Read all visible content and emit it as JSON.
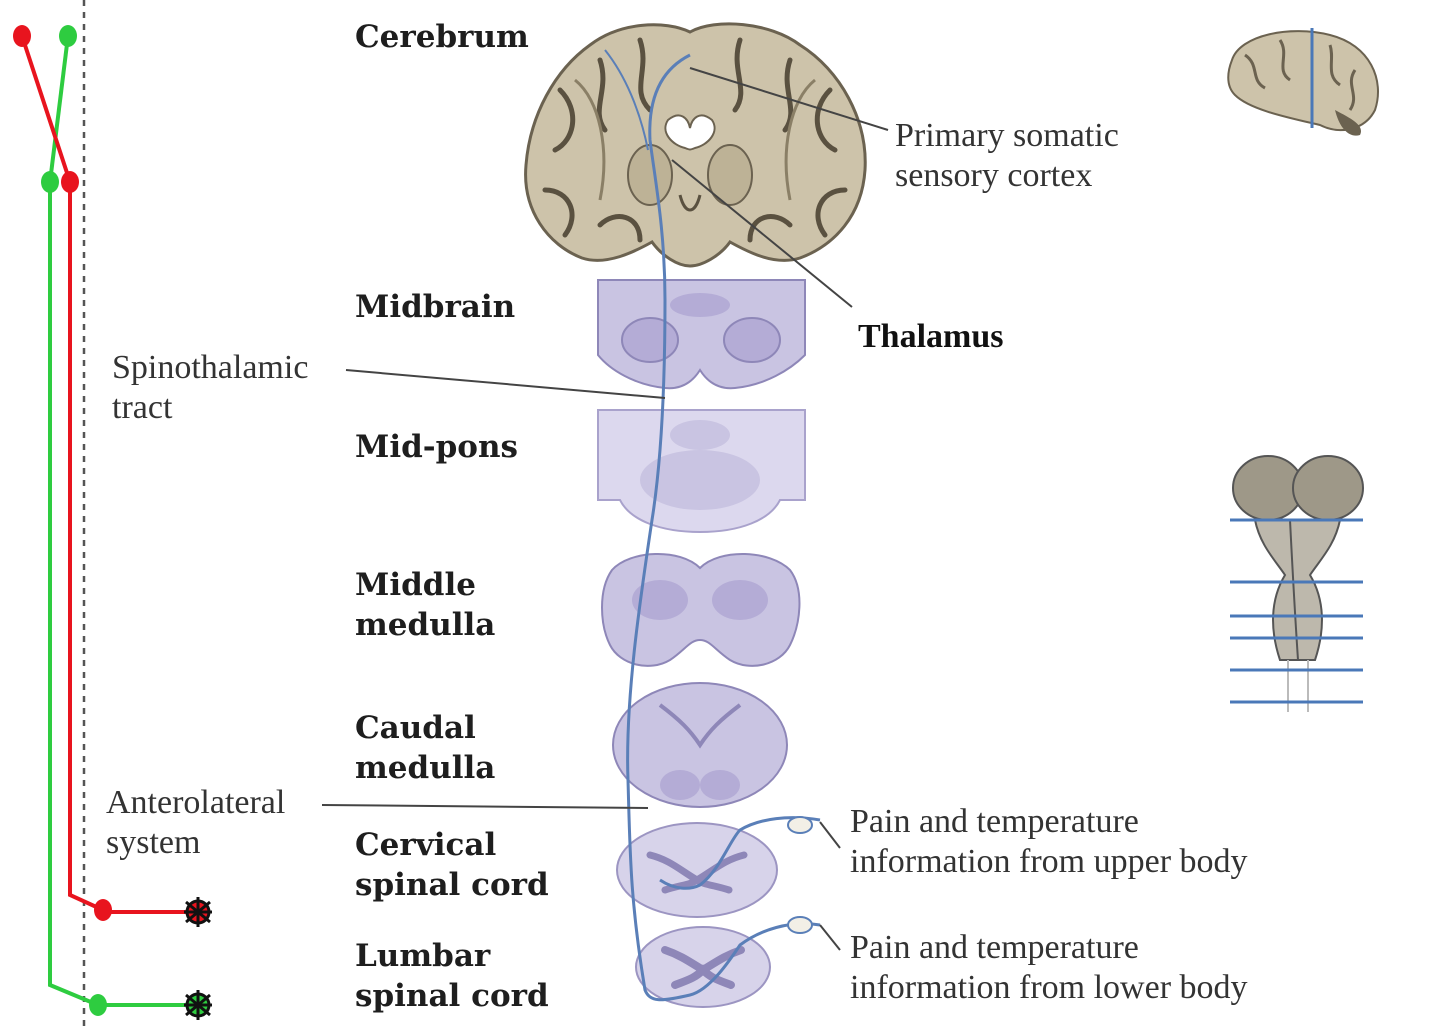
{
  "levels": {
    "cerebrum": "Cerebrum",
    "midbrain": "Midbrain",
    "midpons": "Mid-pons",
    "middle_medulla": "Middle\nmedulla",
    "caudal_medulla": "Caudal\nmedulla",
    "cervical": "Cervical\nspinal cord",
    "lumbar": "Lumbar\nspinal cord"
  },
  "annotations": {
    "primary_cortex": "Primary somatic\nsensory cortex",
    "thalamus": "Thalamus",
    "spinothalamic": "Spinothalamic\ntract",
    "anterolateral": "Anterolateral\nsystem",
    "upper_body": "Pain and temperature\ninformation from upper body",
    "lower_body": "Pain and temperature\ninformation from lower body"
  },
  "colors": {
    "upper_pathway": "#e8141e",
    "lower_pathway": "#2ecc40",
    "tract": "#5a7fb8",
    "tissue": "#c9c4e2",
    "cortex": "#cdc3aa",
    "section_lines": "#4a78b8"
  }
}
